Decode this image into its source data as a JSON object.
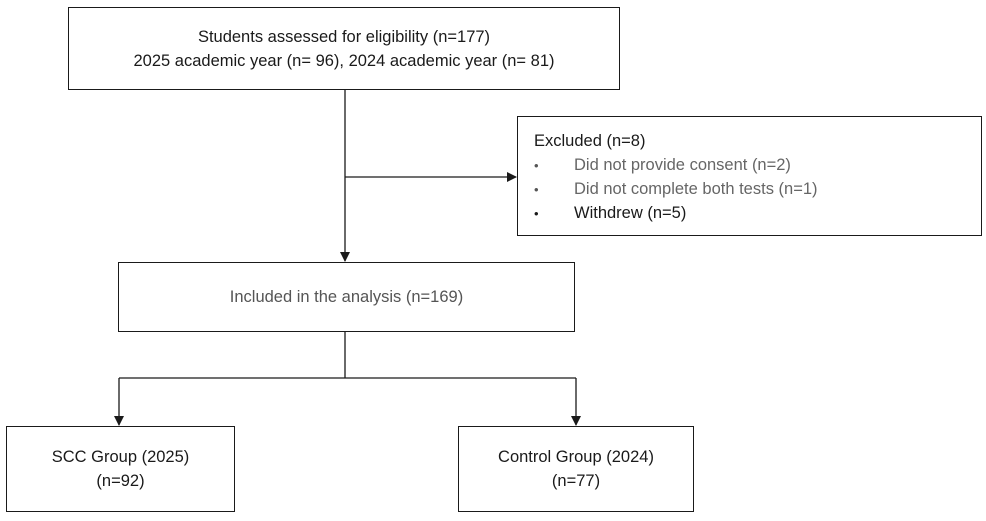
{
  "nodes": {
    "assessed": {
      "line1": "Students  assessed  for eligibility (n=177)",
      "line2": "2025 academic year (n= 96), 2024 academic year (n= 81)"
    },
    "excluded": {
      "title": "Excluded  (n=8)",
      "items": [
        {
          "bullet": "•",
          "text": "Did not provide consent (n=2)"
        },
        {
          "bullet": "•",
          "text": "Did not complete both tests  (n=1)"
        },
        {
          "bullet": "•",
          "text": "Withdrew (n=5)"
        }
      ]
    },
    "included": {
      "text": "Included in the analysis (n=169)"
    },
    "scc": {
      "line1": "SCC Group (2025)",
      "line2": "(n=92)"
    },
    "control": {
      "line1": "Control Group (2024)",
      "line2": "(n=77)"
    }
  },
  "colors": {
    "stroke": "#1a1a1a",
    "text_dark": "#1a1a1a",
    "text_grey": "#666666"
  }
}
